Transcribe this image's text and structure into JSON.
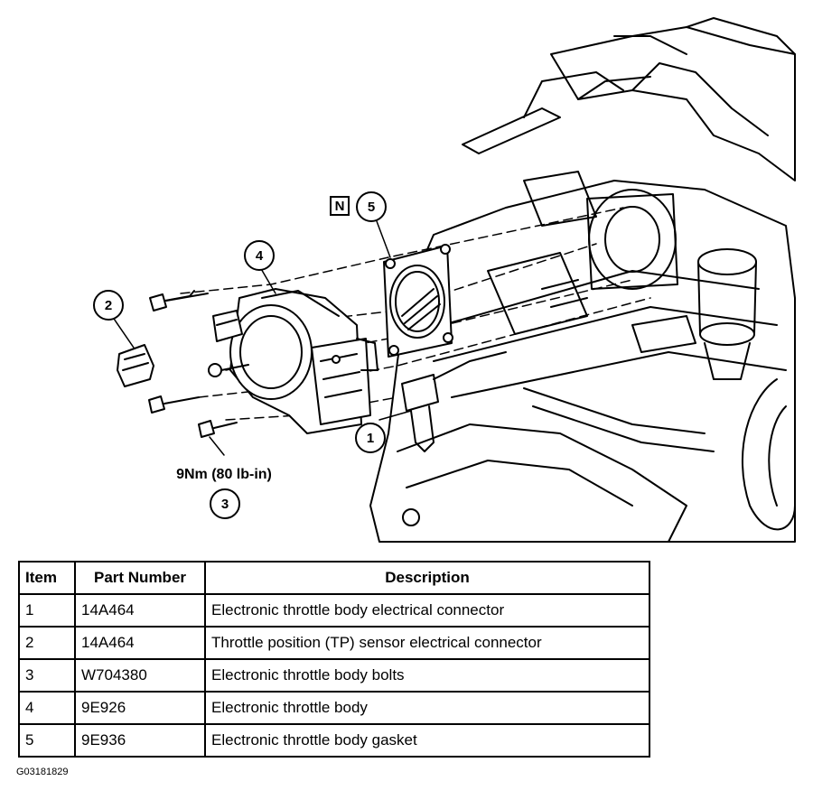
{
  "diagram": {
    "callouts": [
      "1",
      "2",
      "3",
      "4",
      "5"
    ],
    "notice_symbol": "N",
    "torque_spec": "9Nm (80 lb-in)"
  },
  "table": {
    "headers": [
      "Item",
      "Part Number",
      "Description"
    ],
    "rows": [
      {
        "item": "1",
        "part_number": "14A464",
        "description": "Electronic throttle body electrical connector"
      },
      {
        "item": "2",
        "part_number": "14A464",
        "description": "Throttle position (TP) sensor electrical connector"
      },
      {
        "item": "3",
        "part_number": "W704380",
        "description": "Electronic throttle body bolts"
      },
      {
        "item": "4",
        "part_number": "9E926",
        "description": "Electronic throttle body"
      },
      {
        "item": "5",
        "part_number": "9E936",
        "description": "Electronic throttle body gasket"
      }
    ]
  },
  "figure_id": "G03181829"
}
